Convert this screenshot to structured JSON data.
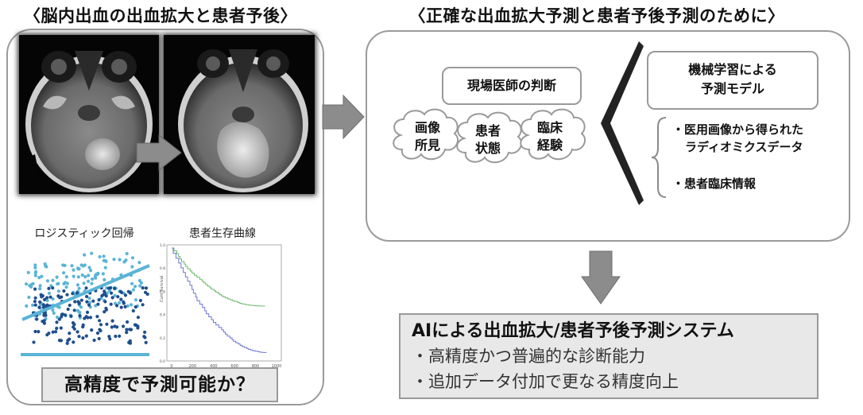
{
  "left_panel": {
    "title": "〈脳内出血の出血拡大と患者予後〉",
    "logistic_label": "ロジスティック回帰",
    "survival_label": "患者生存曲線",
    "survival_ylabel": "Cum Survival",
    "survival_xticks": [
      "0",
      "200",
      "400",
      "600",
      "800",
      "1000"
    ],
    "survival_yticks": [
      "0.0",
      "0.2",
      "0.4",
      "0.6",
      "0.8",
      "1.0"
    ],
    "question": "高精度で予測可能か？"
  },
  "right_panel": {
    "title": "〈正確な出血拡大予測と患者予後予測のために〉",
    "judgement_box": "現場医師の判断",
    "clouds": [
      {
        "line1": "画像",
        "line2": "所見"
      },
      {
        "line1": "患者",
        "line2": "状態"
      },
      {
        "line1": "臨床",
        "line2": "経験"
      }
    ],
    "ml_box": {
      "line1": "機械学習による",
      "line2": "予測モデル"
    },
    "bullets": [
      {
        "line1": "・医用画像から得られた",
        "line2": "ラディオミクスデータ"
      },
      {
        "line1": "・患者臨床情報",
        "line2": ""
      }
    ]
  },
  "result": {
    "title": "AIによる出血拡大/患者予後予測システム",
    "lines": [
      "・高精度かつ普遍的な診断能力",
      "・追加データ付加で更なる精度向上"
    ]
  },
  "colors": {
    "frame": "#9a9a9a",
    "arrow": "#8c8c8c",
    "box_fill": "#e8e8e8",
    "scatter_light": "#5ab4d6",
    "scatter_dark": "#1f4e8c",
    "curve_green": "#6dbb6d",
    "curve_blue": "#6f77d0"
  }
}
